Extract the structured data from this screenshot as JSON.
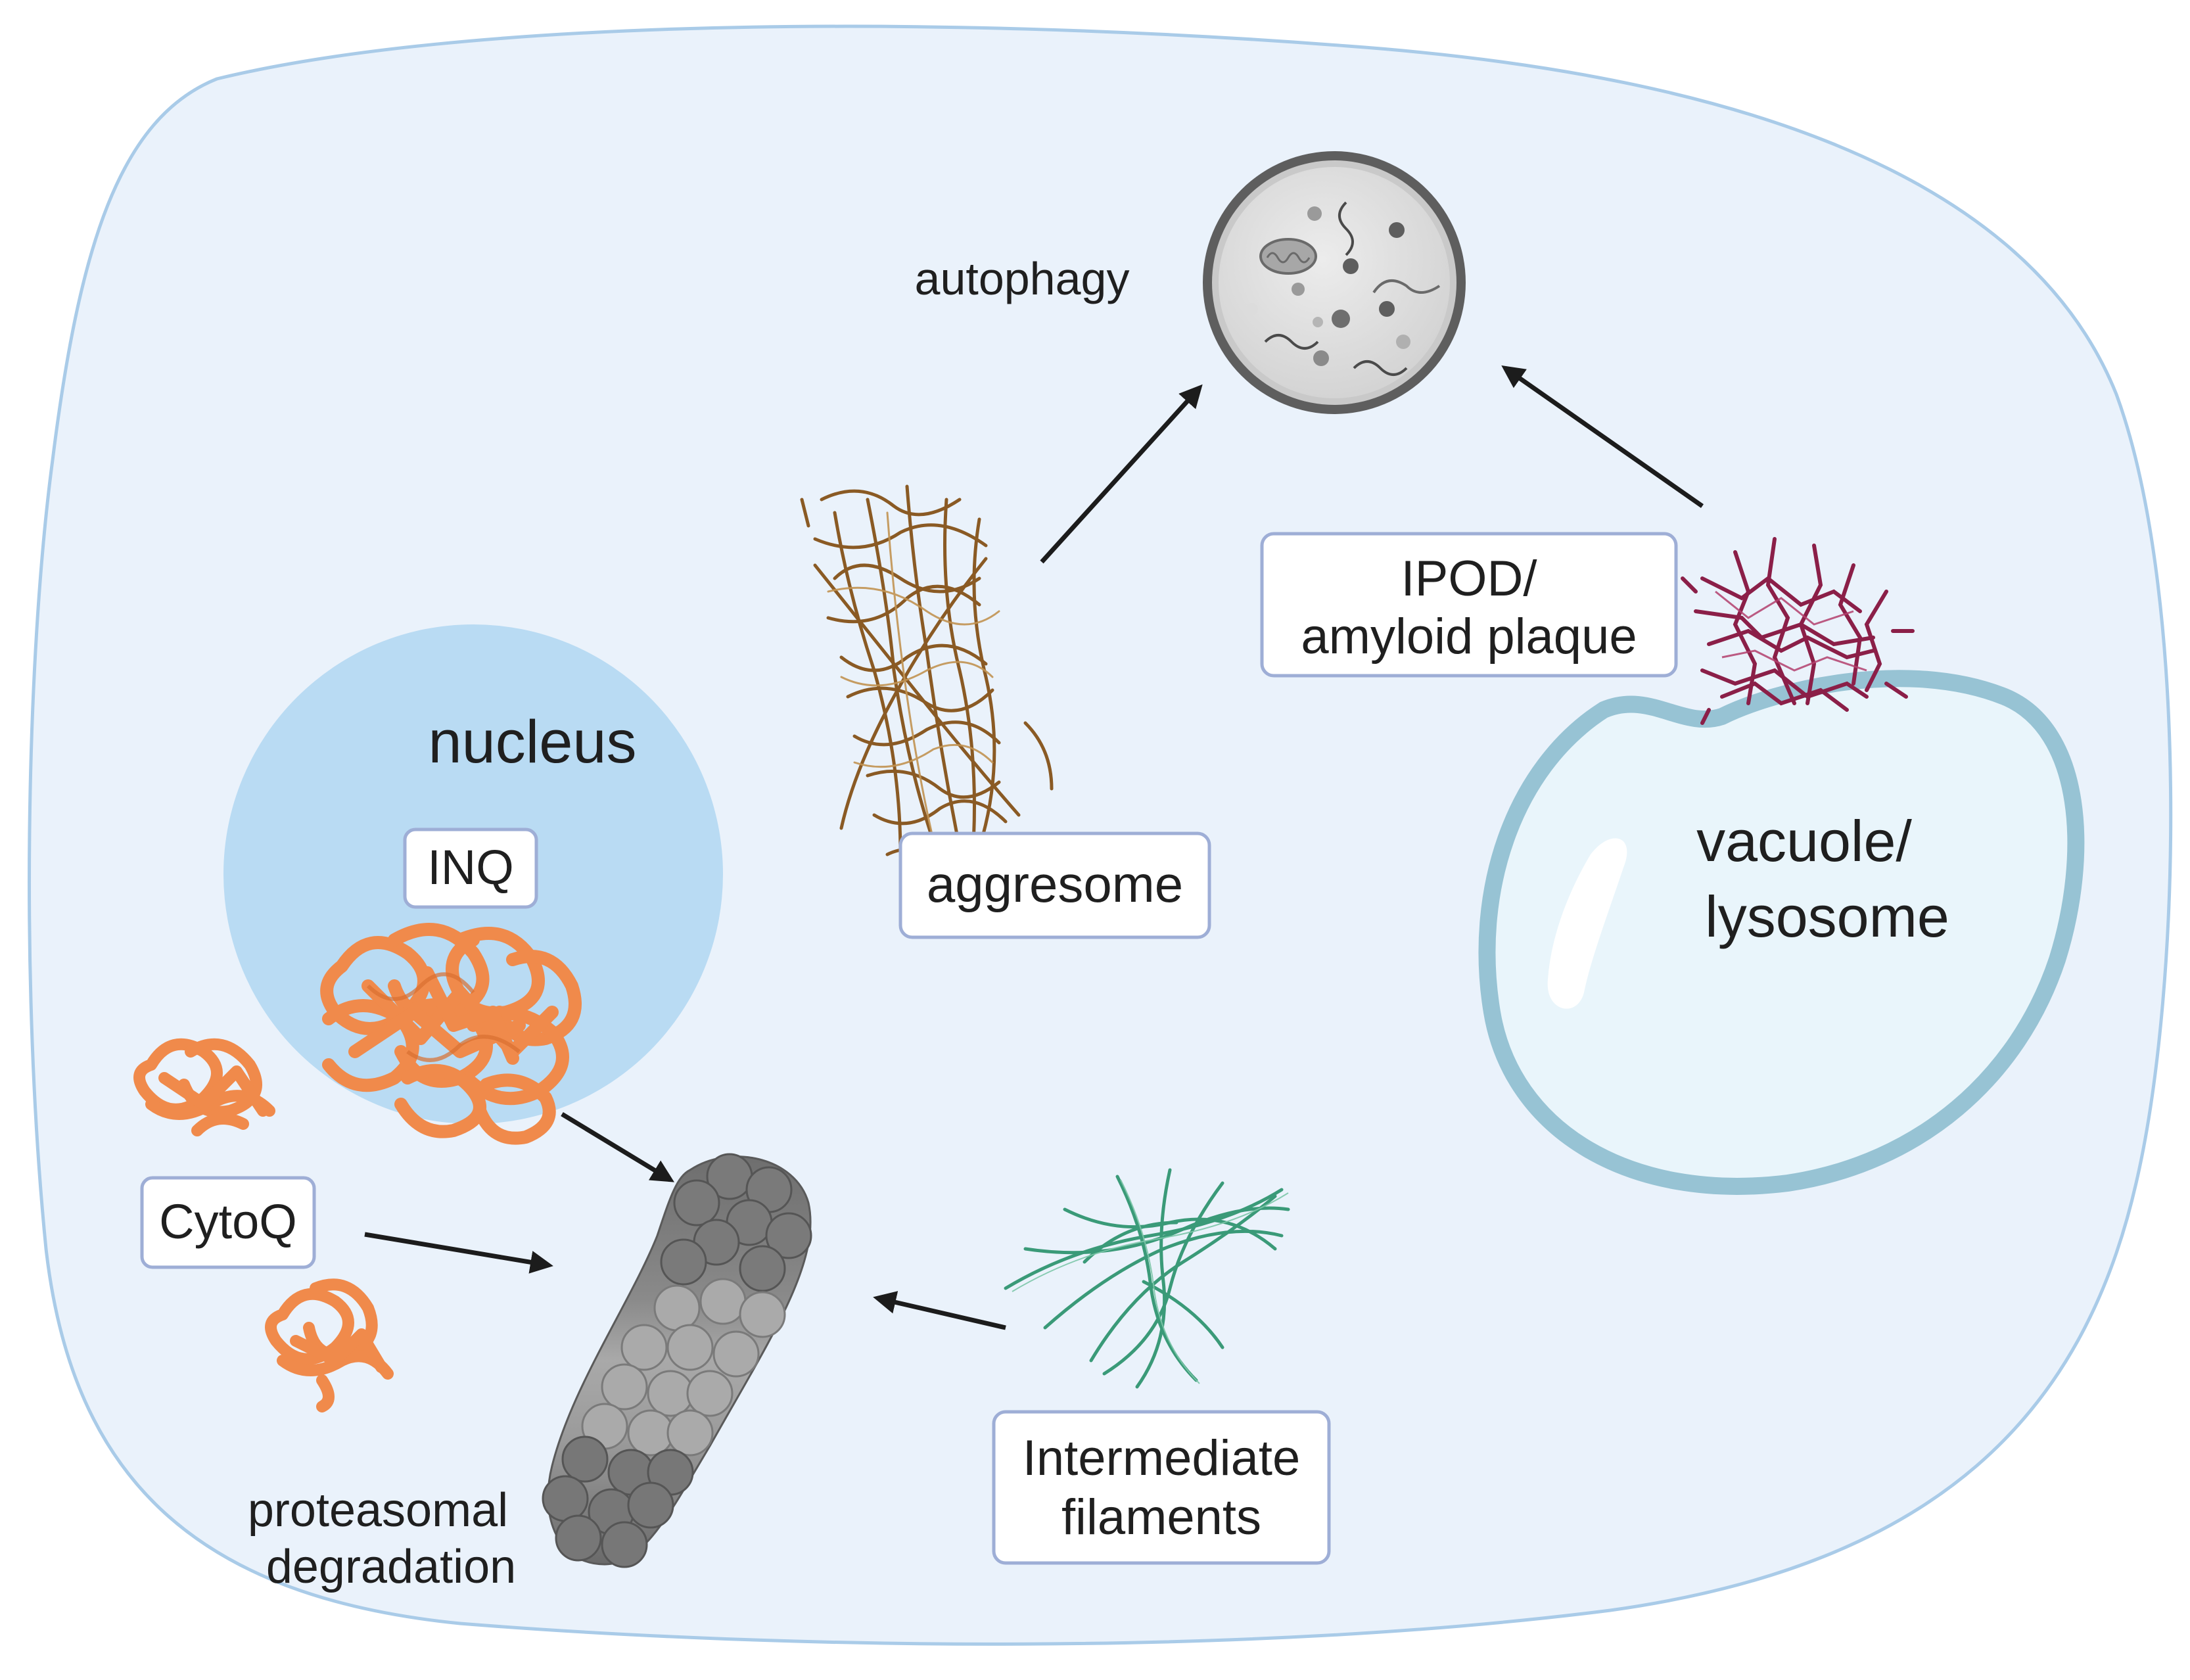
{
  "labels": {
    "autophagy": "autophagy",
    "nucleus": "nucleus",
    "inq": "INQ",
    "aggresome": "aggresome",
    "ipod_line1": "IPOD/",
    "ipod_line2": "amyloid plaque",
    "vacuole_line1": "vacuole/",
    "vacuole_line2": "lysosome",
    "cytoq": "CytoQ",
    "proteasomal_line1": "proteasomal",
    "proteasomal_line2": "degradation",
    "intermediate_line1": "Intermediate",
    "intermediate_line2": "filaments"
  },
  "colors": {
    "cell_fill": "#eaf2fb",
    "cell_border": "#a9cbe8",
    "nucleus": "#b9dbf3",
    "inq_orange": "#f08a4b",
    "aggresome_brown": "#8a5a24",
    "ipod_magenta": "#8b1f48",
    "vacuole_border": "#97c3d4",
    "proteasome_gray": "#7d7d7d",
    "filament_green": "#3a9a78"
  },
  "icons": {
    "autophagosome": "autophagosome-icon",
    "proteasome": "proteasome-icon"
  }
}
